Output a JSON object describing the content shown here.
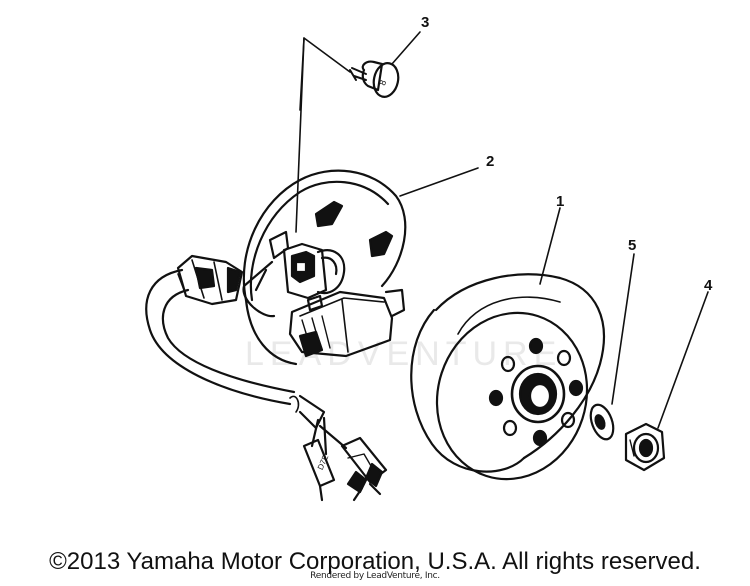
{
  "diagram": {
    "callouts": [
      "3",
      "2",
      "1",
      "5",
      "4"
    ],
    "bolt_mark": "8",
    "connector_mark": "D7E",
    "watermark": "LEADVENTURE"
  },
  "footer": {
    "copyright": "©2013 Yamaha Motor Corporation, U.S.A. All rights reserved.",
    "rendered_by": "Rendered by LeadVenture, Inc."
  },
  "colors": {
    "ink": "#111111",
    "background": "#ffffff",
    "watermark": "#e9e9e9"
  }
}
